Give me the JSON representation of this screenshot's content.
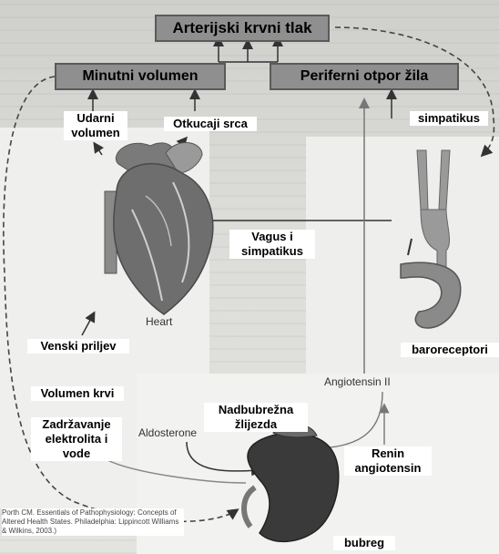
{
  "boxes": {
    "blood_pressure": "Arterijski krvni tlak",
    "cardiac_output": "Minutni volumen",
    "peripheral_resistance": "Periferni otpor žila"
  },
  "labels": {
    "stroke_volume": "Udarni\nvolumen",
    "heart_rate": "Otkucaji srca",
    "sympathetic": "simpatikus",
    "vagus_sympathetic": "Vagus i\nsimpatikus",
    "venous_return": "Venski priljev",
    "blood_volume": "Volumen krvi",
    "electrolyte_retention": "Zadržavanje\nelektrolita i\nvode",
    "adrenal_gland": "Nadbubrežna\nžlijezda",
    "renin_angiotensin": "Renin\nangiotensin",
    "baroreceptors": "baroreceptori",
    "kidney": "bubreg"
  },
  "figure_text": {
    "heart": "Heart",
    "aldosterone": "Aldosterone",
    "angiotensin_ii": "Angiotensin II"
  },
  "citation": "Porth CM. Essentials of Pathophysiology: Concepts of Altered Health States. Philadelphia: Lippincott Williams & Wilkins, 2003.)",
  "colors": {
    "box_fill": "#8f8f8f",
    "heart": "#6e6e6e",
    "kidney": "#3a3a3a",
    "vessel": "#9a9a9a"
  }
}
